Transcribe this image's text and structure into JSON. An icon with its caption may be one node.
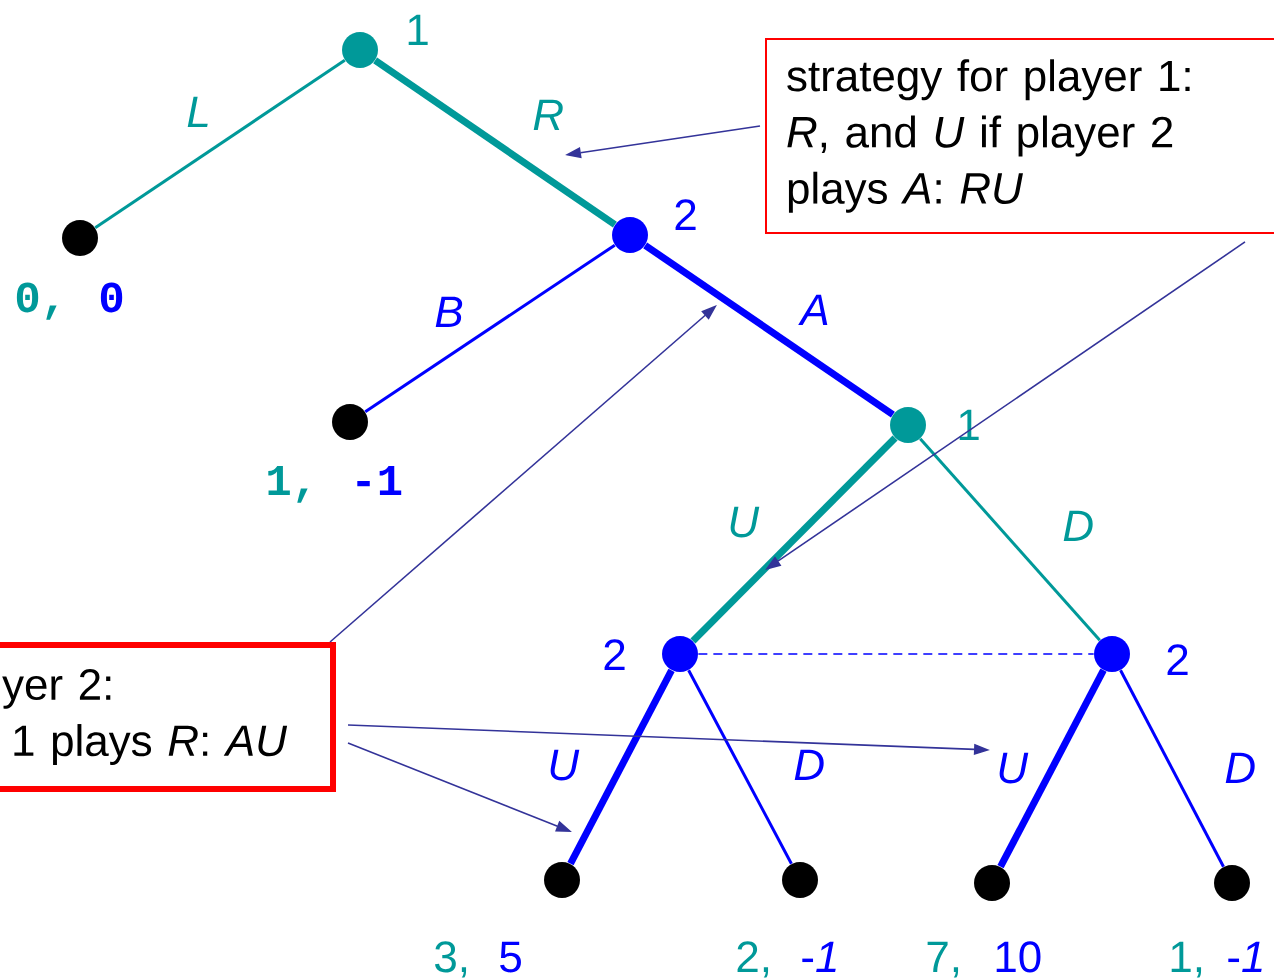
{
  "diagram": {
    "nodes": [
      {
        "text": [],
        "shape": "circle",
        "beside": [
          "1"
        ]
      },
      {
        "text": [],
        "shape": "circle",
        "beside": [
          "0,",
          "0"
        ]
      },
      {
        "text": [],
        "shape": "circle",
        "beside": [
          "2"
        ]
      },
      {
        "text": [],
        "shape": "circle",
        "beside": [
          "1,",
          "-1"
        ]
      },
      {
        "text": [],
        "shape": "circle",
        "beside": [
          "1"
        ]
      },
      {
        "text": [],
        "shape": "circle",
        "beside": [
          "2"
        ]
      },
      {
        "text": [],
        "shape": "circle",
        "beside": [
          "2"
        ]
      },
      {
        "text": [],
        "shape": "circle",
        "beside": [
          "3,",
          "5"
        ]
      },
      {
        "text": [],
        "shape": "circle",
        "beside": [
          "2,",
          "-*1*"
        ]
      },
      {
        "text": [],
        "shape": "circle",
        "beside": [
          "7,",
          "10"
        ]
      },
      {
        "text": [],
        "shape": "circle",
        "beside": [
          "1,",
          "-*1*"
        ]
      },
      {
        "text": [
          "strategy for player 1:",
          "*R*, and *U*  if player 2",
          "plays *A*: *RU*"
        ]
      },
      {
        "text": [
          "yer 2:",
          "1 plays *R*: *AU*"
        ]
      }
    ],
    "edges": [
      {
        "from": 0,
        "to": 1,
        "arrow": "none",
        "label": "L",
        "color": "#009999"
      },
      {
        "from": 0,
        "to": 2,
        "arrow": "none",
        "label": "R",
        "color": "#009999",
        "style": "thick"
      },
      {
        "from": 2,
        "to": 3,
        "arrow": "none",
        "label": "B"
      },
      {
        "from": 2,
        "to": 4,
        "arrow": "none",
        "label": "A",
        "style": "thick"
      },
      {
        "from": 4,
        "to": 5,
        "arrow": "none",
        "label": "U",
        "color": "#009999",
        "style": "thick"
      },
      {
        "from": 4,
        "to": 6,
        "arrow": "none",
        "label": "D",
        "color": "#009999"
      },
      {
        "from": 5,
        "to": 6,
        "arrow": "none",
        "style": "dashed"
      },
      {
        "from": 5,
        "to": 7,
        "arrow": "none",
        "label": "U",
        "style": "thick"
      },
      {
        "from": 5,
        "to": 8,
        "arrow": "none",
        "label": "D"
      },
      {
        "from": 6,
        "to": 9,
        "arrow": "none",
        "label": "U",
        "style": "thick"
      },
      {
        "from": 6,
        "to": 10,
        "arrow": "none",
        "label": "D"
      },
      {
        "from": 11,
        "to": null,
        "arrow": "to",
        "color": "#333399"
      },
      {
        "from": 11,
        "to": null,
        "arrow": "to",
        "color": "#333399"
      },
      {
        "from": 12,
        "to": null,
        "arrow": "to",
        "color": "#333399"
      },
      {
        "from": 12,
        "to": null,
        "arrow": "to",
        "color": "#333399"
      },
      {
        "from": 12,
        "to": null,
        "arrow": "to",
        "color": "#333399"
      }
    ]
  }
}
